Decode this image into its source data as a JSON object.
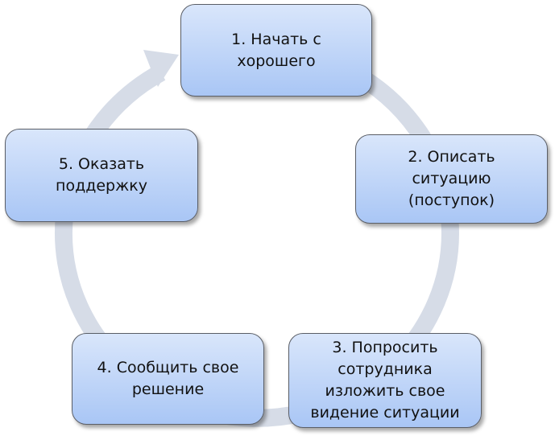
{
  "steps": [
    {
      "label": "1. Начать с\nхорошего"
    },
    {
      "label": "2. Описать\nситуацию\n(поступок)"
    },
    {
      "label": "3. Попросить\nсотрудника\nизложить свое\nвидение ситуации"
    },
    {
      "label": "4. Сообщить свое\nрешение"
    },
    {
      "label": "5. Оказать\nподдержку"
    }
  ],
  "colors": {
    "ring": "#d6dce7",
    "box_top": "#d9e6fb",
    "box_bottom": "#a9c6f5",
    "border": "#5a5e66"
  }
}
